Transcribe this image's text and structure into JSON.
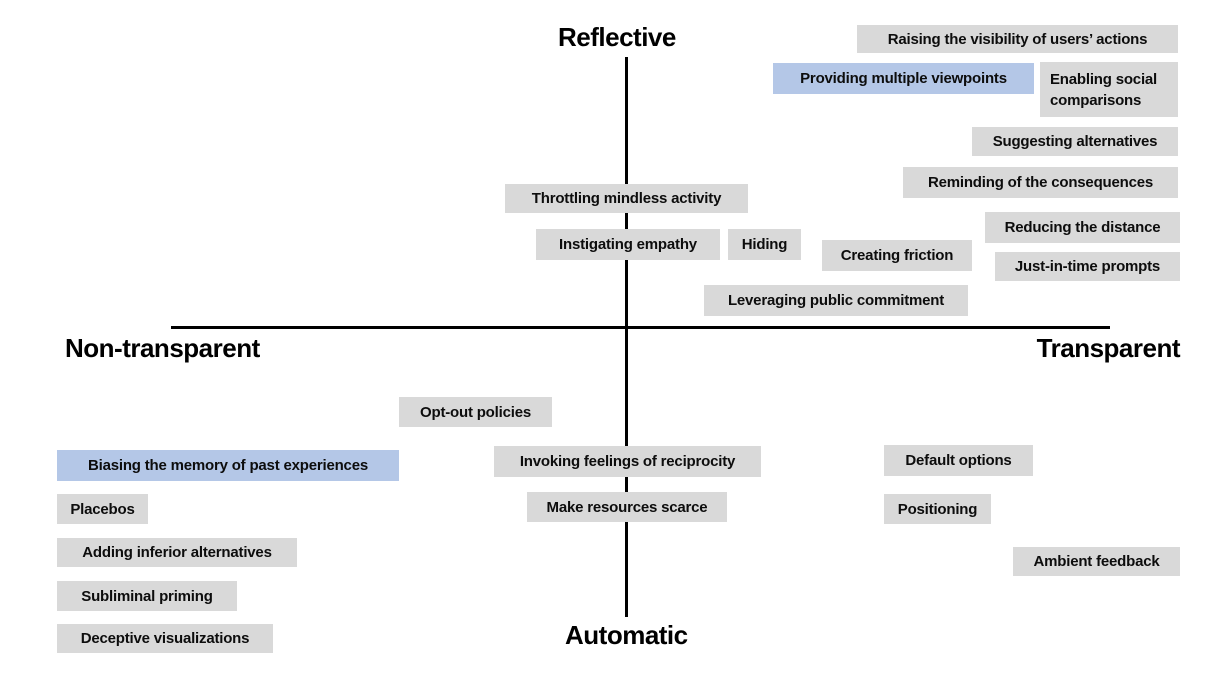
{
  "figure": {
    "type": "quadrant-diagram",
    "description": "Design strategies mapped on two axes: Reflective vs Automatic and Non-transparent vs Transparent",
    "axes": {
      "top": "Reflective",
      "bottom": "Automatic",
      "left": "Non-transparent",
      "right": "Transparent"
    }
  },
  "colors": {
    "box_default": "#d9d9d9",
    "box_highlight": "#b4c7e7",
    "axis_line": "#000000",
    "text": "#0d0d0d",
    "background": "#ffffff"
  },
  "boxes": [
    {
      "label": "Raising the visibility of users’ actions",
      "highlight": false,
      "region": "reflective-transparent"
    },
    {
      "label": "Providing multiple viewpoints",
      "highlight": true,
      "region": "reflective-transparent"
    },
    {
      "label": "Enabling social comparisons",
      "highlight": false,
      "region": "reflective-transparent"
    },
    {
      "label": "Suggesting alternatives",
      "highlight": false,
      "region": "reflective-transparent"
    },
    {
      "label": "Reminding of the consequences",
      "highlight": false,
      "region": "reflective-transparent"
    },
    {
      "label": "Throttling mindless activity",
      "highlight": false,
      "region": "reflective-center"
    },
    {
      "label": "Reducing the distance",
      "highlight": false,
      "region": "reflective-transparent"
    },
    {
      "label": "Instigating empathy",
      "highlight": false,
      "region": "reflective-center"
    },
    {
      "label": "Hiding",
      "highlight": false,
      "region": "reflective-transparent"
    },
    {
      "label": "Creating friction",
      "highlight": false,
      "region": "reflective-transparent"
    },
    {
      "label": "Just-in-time prompts",
      "highlight": false,
      "region": "reflective-transparent"
    },
    {
      "label": "Leveraging public commitment",
      "highlight": false,
      "region": "reflective-transparent"
    },
    {
      "label": "Opt-out policies",
      "highlight": false,
      "region": "automatic-non-transparent"
    },
    {
      "label": "Biasing the memory of past experiences",
      "highlight": true,
      "region": "automatic-non-transparent"
    },
    {
      "label": "Invoking feelings of reciprocity",
      "highlight": false,
      "region": "automatic-center"
    },
    {
      "label": "Default options",
      "highlight": false,
      "region": "automatic-transparent"
    },
    {
      "label": "Placebos",
      "highlight": false,
      "region": "automatic-non-transparent"
    },
    {
      "label": "Make resources scarce",
      "highlight": false,
      "region": "automatic-center"
    },
    {
      "label": "Positioning",
      "highlight": false,
      "region": "automatic-transparent"
    },
    {
      "label": "Adding inferior alternatives",
      "highlight": false,
      "region": "automatic-non-transparent"
    },
    {
      "label": "Ambient feedback",
      "highlight": false,
      "region": "automatic-transparent"
    },
    {
      "label": "Subliminal priming",
      "highlight": false,
      "region": "automatic-non-transparent"
    },
    {
      "label": "Deceptive visualizations",
      "highlight": false,
      "region": "automatic-non-transparent"
    }
  ]
}
